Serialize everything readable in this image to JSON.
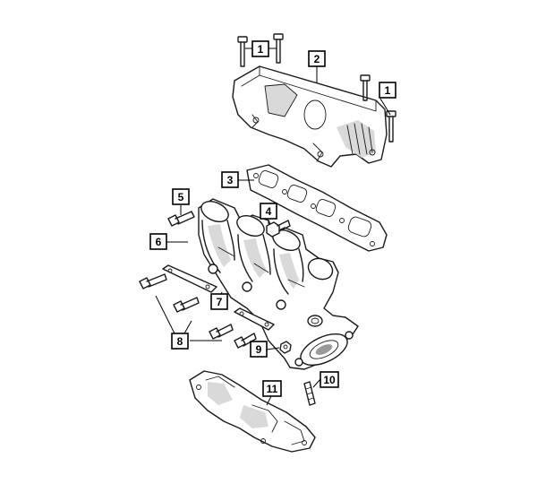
{
  "diagram": {
    "callouts": [
      {
        "id": "c1a",
        "label": "1"
      },
      {
        "id": "c2",
        "label": "2"
      },
      {
        "id": "c1b",
        "label": "1"
      },
      {
        "id": "c3",
        "label": "3"
      },
      {
        "id": "c5",
        "label": "5"
      },
      {
        "id": "c4",
        "label": "4"
      },
      {
        "id": "c6",
        "label": "6"
      },
      {
        "id": "c7",
        "label": "7"
      },
      {
        "id": "c8",
        "label": "8"
      },
      {
        "id": "c9",
        "label": "9"
      },
      {
        "id": "c10",
        "label": "10"
      },
      {
        "id": "c11",
        "label": "11"
      }
    ]
  }
}
